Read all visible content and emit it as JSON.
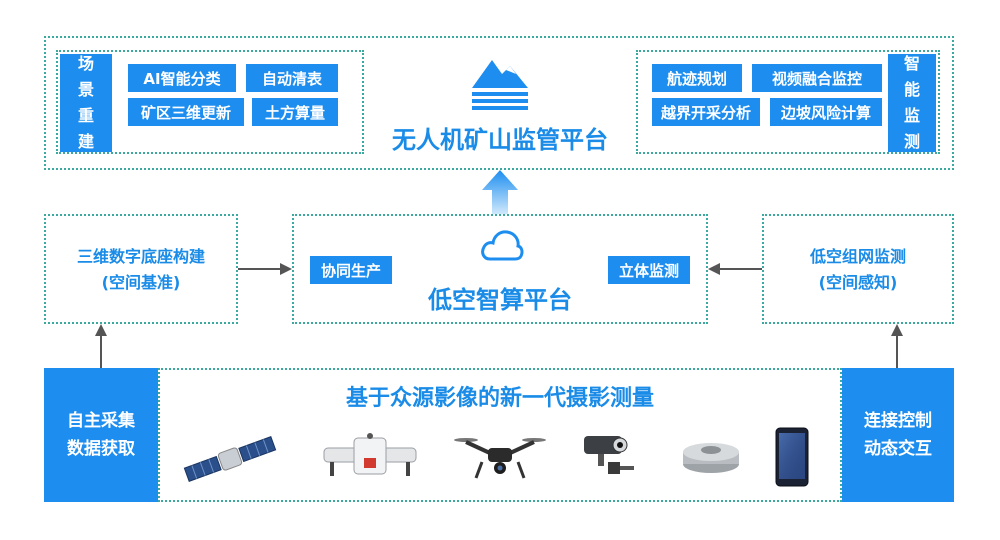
{
  "top": {
    "platform_title": "无人机矿山监管平台",
    "left_tab": "场景重建",
    "left_chips": [
      "AI智能分类",
      "自动清表",
      "矿区三维更新",
      "土方算量"
    ],
    "right_tab": "智能监测",
    "right_chips": [
      "航迹规划",
      "视频融合监控",
      "越界开采分析",
      "边坡风险计算"
    ]
  },
  "middle": {
    "left_line1": "三维数字底座构建",
    "left_line2": "(空间基准)",
    "center_title": "低空智算平台",
    "center_left_chip": "协同生产",
    "center_right_chip": "立体监测",
    "right_line1": "低空组网监测",
    "right_line2": "(空间感知)"
  },
  "bottom": {
    "title": "基于众源影像的新一代摄影测量",
    "left_line1": "自主采集",
    "left_line2": "数据获取",
    "right_line1": "连接控制",
    "right_line2": "动态交互",
    "devices": [
      "satellite-icon",
      "fixed-wing-drone-icon",
      "quadcopter-drone-icon",
      "surveillance-camera-icon",
      "sensor-device-icon",
      "smartphone-icon"
    ]
  },
  "colors": {
    "accent": "#1d8ef0",
    "title_blue": "#1a8ce8",
    "border": "#3aa9a0",
    "arrow": "#555555"
  }
}
